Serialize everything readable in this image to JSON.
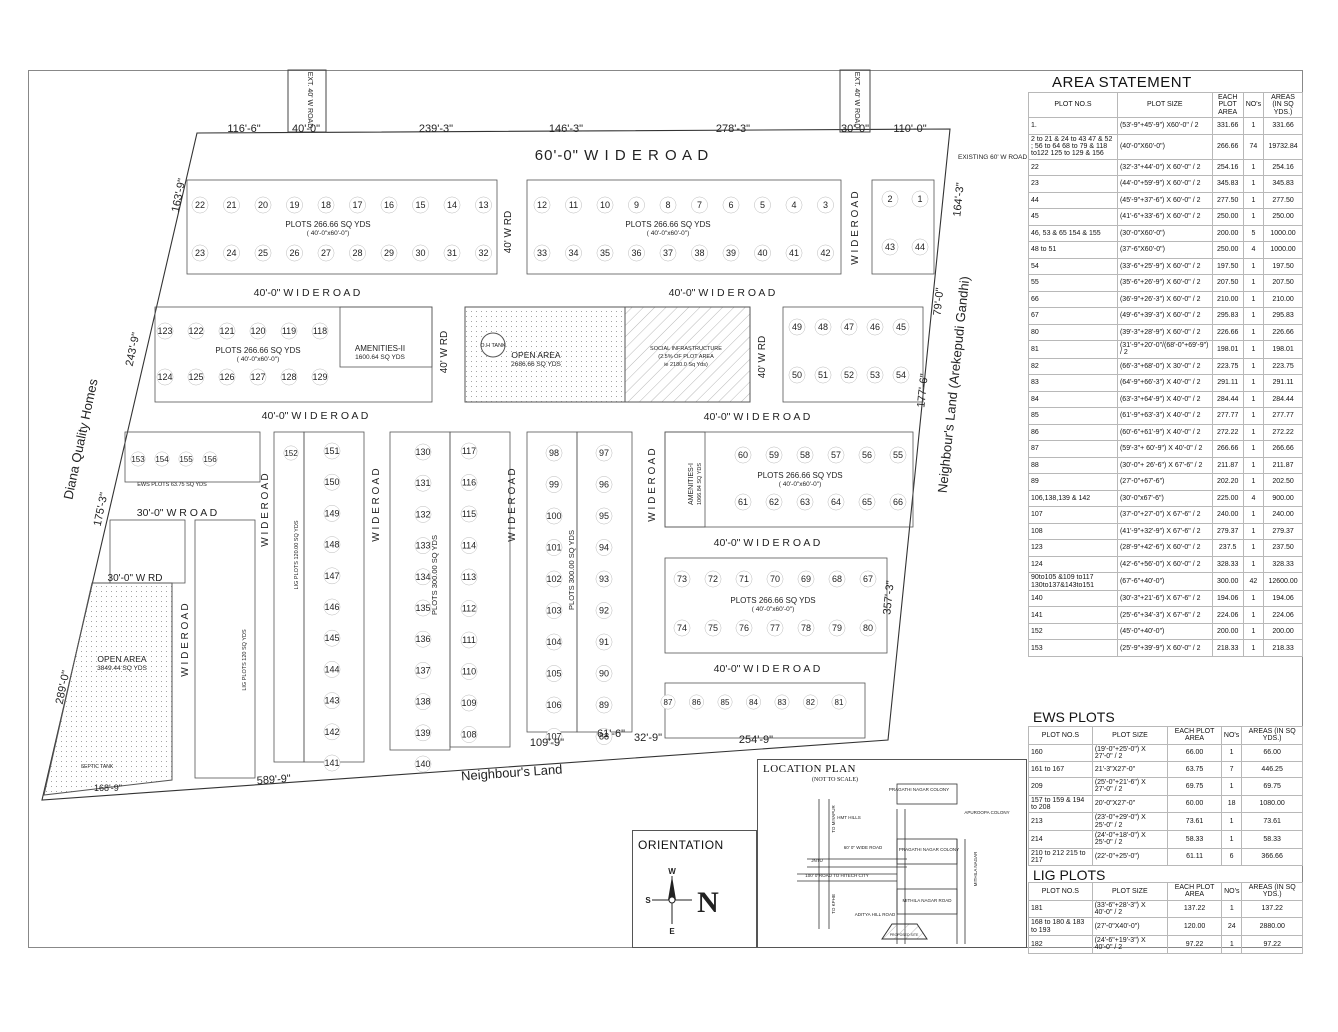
{
  "roads": {
    "main_top": "60'-0\"   W I D E   R O A D",
    "ext_40_w_road_1": "EXT. 40' W ROAD",
    "ext_40_w_road_2": "EXT. 40' W ROAD",
    "existing_60_w_road": "EXISTING 60' W ROAD",
    "row2": "40'-0\"   W I D E   R O A D",
    "row2_right": "40'-0\"   W I D E   R O A D",
    "row3": "40'-0\"   W I D E   R O A D",
    "row3_right": "40'-0\"   W I D E   R O A D",
    "row4_right": "40'-0\"   W I D E   R O A D",
    "row5_right": "40'-0\"   W I D E   R O A D",
    "w_road_30": "30'-0\"   W   R O A D",
    "w_rd_30": "30'-0\" W RD",
    "v_40_w_rd_1": "40' W RD",
    "v_40_w_rd_2": "40' W RD",
    "v_40_w_rd_3": "40' W RD",
    "v_wide_road": "W I D E   R O A D"
  },
  "boundaries": {
    "left": "Diana Quality Homes",
    "right": "Neighbour's Land (Arekepudi Gandhi)",
    "bottom": "Neighbour's Land"
  },
  "dimensions": {
    "top": [
      "116'-6\"",
      "40'-0\"",
      "239'-3\"",
      "146'-3\"",
      "278'-3\"",
      "30'-0\"",
      "110'-0\""
    ],
    "left": [
      "163'-9\"",
      "243'-9\"",
      "175'-3\"",
      "289'-0\""
    ],
    "right": [
      "164'-3\"",
      "79'-0\"",
      "177'-6\"",
      "357'-3\""
    ],
    "bottom": [
      "589'-9\"",
      "168'-9\"",
      "109'-9\"",
      "61'-6\"",
      "32'-9\"",
      "254'-9\""
    ]
  },
  "labels": {
    "plots_266_a": "PLOTS 266.66 SQ YDS",
    "plots_266_a_sub": "( 40'-0\"x60'-0\")",
    "plots_266_b": "PLOTS 266.66 SQ YDS",
    "plots_266_b_sub": "( 40'-0\"x60'-0\")",
    "plots_266_c": "PLOTS 266.66 SQ YDS",
    "plots_266_c_sub": "( 40'-0\"x60'-0\")",
    "plots_266_d": "PLOTS 266.66 SQ YDS",
    "plots_266_d_sub": "( 40'-0\"x60'-0\")",
    "plots_266_e": "PLOTS 266.66 SQ YDS",
    "plots_266_e_sub": "( 40'-0\"x60'-0\")",
    "plots_300_a": "PLOTS 300.00 SQ YDS",
    "plots_300_b": "PLOTS 300.00 SQ YDS",
    "amenities_2": "AMENITIES-II",
    "amenities_2_area": "1600.64 SQ YDS",
    "amenities_1": "AMENITIES-I",
    "amenities_1_area": "1066.84 SQ YDS",
    "oh_tank": "O.H TANK",
    "open_area_1": "OPEN AREA",
    "open_area_1_size": "2686.66 SQ YDS",
    "social_infra": "SOCIAL INFRASTRUCTURE",
    "social_infra_sub": "(2.5% OF PLOT AREA",
    "social_infra_area": "ie 2180.0 Sq Yds)",
    "open_area_2": "OPEN AREA",
    "open_area_2_size": "3849.44 SQ YDS",
    "septic_tank": "SEPTIC TANK",
    "ews_plots_strip": "EWS PLOTS 63.75 SQ YDS",
    "lig_plots_strip": "LIG PLOTS 120 SQ YDS",
    "lig_plots_strip2": "LIG PLOTS 120.00 SQ YDS"
  },
  "plot_rows": {
    "r1_left": [
      "22",
      "21",
      "20",
      "19",
      "18",
      "17",
      "16",
      "15",
      "14",
      "13"
    ],
    "r2_left": [
      "23",
      "24",
      "25",
      "26",
      "27",
      "28",
      "29",
      "30",
      "31",
      "32"
    ],
    "r1_mid": [
      "12",
      "11",
      "10",
      "9",
      "8",
      "7",
      "6",
      "5",
      "4",
      "3"
    ],
    "r2_mid": [
      "33",
      "34",
      "35",
      "36",
      "37",
      "38",
      "39",
      "40",
      "41",
      "42"
    ],
    "r1_right": [
      "2",
      "1"
    ],
    "r2_right": [
      "43",
      "44"
    ],
    "b2_top": [
      "123",
      "122",
      "121",
      "120",
      "119",
      "118"
    ],
    "b2_bot": [
      "124",
      "125",
      "126",
      "127",
      "128",
      "129"
    ],
    "b2r_top": [
      "49",
      "48",
      "47",
      "46",
      "45"
    ],
    "b2r_bot": [
      "50",
      "51",
      "52",
      "53",
      "54"
    ],
    "b3_ews_top": [
      "153",
      "154",
      "155",
      "156"
    ],
    "col_151": [
      "151",
      "150",
      "149",
      "148",
      "147",
      "146",
      "145",
      "144",
      "143",
      "142",
      "141"
    ],
    "col_130": [
      "130",
      "131",
      "132",
      "133",
      "134",
      "135",
      "136",
      "137",
      "138",
      "139",
      "140"
    ],
    "col_117": [
      "117",
      "116",
      "115",
      "114",
      "113",
      "112",
      "111",
      "110",
      "109",
      "108"
    ],
    "col_98": [
      "98",
      "99",
      "100",
      "101",
      "102",
      "103",
      "104",
      "105",
      "106",
      "107"
    ],
    "col_97": [
      "97",
      "96",
      "95",
      "94",
      "93",
      "92",
      "91",
      "90",
      "89",
      "88"
    ],
    "col_152": [
      "152"
    ],
    "b4_top": [
      "60",
      "59",
      "58",
      "57",
      "56",
      "55"
    ],
    "b4_bot": [
      "61",
      "62",
      "63",
      "64",
      "65",
      "66"
    ],
    "b5_top": [
      "73",
      "72",
      "71",
      "70",
      "69",
      "68",
      "67"
    ],
    "b5_bot": [
      "74",
      "75",
      "76",
      "77",
      "78",
      "79",
      "80"
    ],
    "b6": [
      "87",
      "86",
      "85",
      "84",
      "83",
      "82",
      "81"
    ]
  },
  "area_statement": {
    "title": "AREA STATEMENT",
    "headers": [
      "PLOT NO.S",
      "PLOT SIZE",
      "EACH PLOT AREA",
      "NO's",
      "AREAS (IN SQ YDS.)"
    ],
    "rows": [
      [
        "1.",
        "(53'-9\"+45'-9\") X60'-0\" / 2",
        "331.66",
        "1",
        "331.66"
      ],
      [
        "2 to 21 & 24 to 43 47 & 52 ; 56 to 64 68 to 79 & 118 to122 125 to 129 & 156",
        "(40'-0\"X60'-0\")",
        "266.66",
        "74",
        "19732.84"
      ],
      [
        "22",
        "(32'-3\"+44'-0\") X 60'-0\" / 2",
        "254.16",
        "1",
        "254.16"
      ],
      [
        "23",
        "(44'-0\"+59'-9\") X 60'-0\" / 2",
        "345.83",
        "1",
        "345.83"
      ],
      [
        "44",
        "(45'-9\"+37'-6\") X 60'-0\" / 2",
        "277.50",
        "1",
        "277.50"
      ],
      [
        "45",
        "(41'-6\"+33'-6\") X 60'-0\" / 2",
        "250.00",
        "1",
        "250.00"
      ],
      [
        "46, 53 & 65 154 & 155",
        "(30'-0\"X60'-0\")",
        "200.00",
        "5",
        "1000.00"
      ],
      [
        "48 to 51",
        "(37'-6\"X60'-0\")",
        "250.00",
        "4",
        "1000.00"
      ],
      [
        "54",
        "(33'-6\"+25'-9\") X 60'-0\" / 2",
        "197.50",
        "1",
        "197.50"
      ],
      [
        "55",
        "(35'-6\"+26'-9\") X 60'-0\" / 2",
        "207.50",
        "1",
        "207.50"
      ],
      [
        "66",
        "(36'-9\"+26'-3\") X 60'-0\" / 2",
        "210.00",
        "1",
        "210.00"
      ],
      [
        "67",
        "(49'-6\"+39'-3\") X 60'-0\" / 2",
        "295.83",
        "1",
        "295.83"
      ],
      [
        "80",
        "(39'-3\"+28'-9\") X 60'-0\" / 2",
        "226.66",
        "1",
        "226.66"
      ],
      [
        "81",
        "(31'-9\"+20'-0\"/(68'-0\"+69'-9\") / 2",
        "198.01",
        "1",
        "198.01"
      ],
      [
        "82",
        "(66'-3\"+68'-0\") X 30'-0\" / 2",
        "223.75",
        "1",
        "223.75"
      ],
      [
        "83",
        "(64'-9\"+66'-3\") X 40'-0\" / 2",
        "291.11",
        "1",
        "291.11"
      ],
      [
        "84",
        "(63'-3\"+64'-9\") X 40'-0\" / 2",
        "284.44",
        "1",
        "284.44"
      ],
      [
        "85",
        "(61'-9\"+63'-3\") X 40'-0\" / 2",
        "277.77",
        "1",
        "277.77"
      ],
      [
        "86",
        "(60'-6\"+61'-9\") X 40'-0\" / 2",
        "272.22",
        "1",
        "272.22"
      ],
      [
        "87",
        "(59'-3\"+ 60'-9\") X 40'-0\" / 2",
        "266.66",
        "1",
        "266.66"
      ],
      [
        "88",
        "(30'-0\"+ 26'-6\") X 67'-6\" / 2",
        "211.87",
        "1",
        "211.87"
      ],
      [
        "89",
        "(27'-0\"+67'-6\")",
        "202.20",
        "1",
        "202.50"
      ],
      [
        "106,138,139 & 142",
        "(30'-0\"x67'-6\")",
        "225.00",
        "4",
        "900.00"
      ],
      [
        "107",
        "(37'-0\"+27'-0\") X 67'-6\" / 2",
        "240.00",
        "1",
        "240.00"
      ],
      [
        "108",
        "(41'-9\"+32'-9\") X 67'-6\" / 2",
        "279.37",
        "1",
        "279.37"
      ],
      [
        "123",
        "(28'-9\"+42'-6\") X 60'-0\" / 2",
        "237.5",
        "1",
        "237.50"
      ],
      [
        "124",
        "(42'-6\"+56'-0\") X 60'-0\" / 2",
        "328.33",
        "1",
        "328.33"
      ],
      [
        "90to105 &109 to117 130to137&143to151",
        "(67'-6\"+40'-0\")",
        "300.00",
        "42",
        "12600.00"
      ],
      [
        "140",
        "(30'-3\"+21'-6\") X 67'-6\" / 2",
        "194.06",
        "1",
        "194.06"
      ],
      [
        "141",
        "(25'-6\"+34'-3\") X 67'-6\" / 2",
        "224.06",
        "1",
        "224.06"
      ],
      [
        "152",
        "(45'-0\"+40'-0\")",
        "200.00",
        "1",
        "200.00"
      ],
      [
        "153",
        "(25'-9\"+39'-9\") X 60'-0\" / 2",
        "218.33",
        "1",
        "218.33"
      ]
    ]
  },
  "ews_plots": {
    "title": "EWS PLOTS",
    "headers": [
      "PLOT NO.S",
      "PLOT SIZE",
      "EACH PLOT AREA",
      "NO's",
      "AREAS (IN SQ YDS.)"
    ],
    "rows": [
      [
        "160",
        "(19'-0\"+25'-0\") X 27'-0\" / 2",
        "66.00",
        "1",
        "66.00"
      ],
      [
        "161 to 167",
        "21'-3\"X27'-0\"",
        "63.75",
        "7",
        "446.25"
      ],
      [
        "209",
        "(25'-0\"+21'-6\") X 27'-0\" / 2",
        "69.75",
        "1",
        "69.75"
      ],
      [
        "157 to 159 & 194 to 208",
        "20'-0\"X27'-0\"",
        "60.00",
        "18",
        "1080.00"
      ],
      [
        "213",
        "(23'-0\"+29'-0\") X 25'-0\" / 2",
        "73.61",
        "1",
        "73.61"
      ],
      [
        "214",
        "(24'-0\"+18'-0\") X 25'-0\" / 2",
        "58.33",
        "1",
        "58.33"
      ],
      [
        "210 to 212 215 to 217",
        "(22'-0\"+25'-0\")",
        "61.11",
        "6",
        "366.66"
      ]
    ]
  },
  "lig_plots": {
    "title": "LIG PLOTS",
    "headers": [
      "PLOT NO.S",
      "PLOT SIZE",
      "EACH PLOT AREA",
      "NO's",
      "AREAS (IN SQ YDS.)"
    ],
    "rows": [
      [
        "181",
        "(33'-6\"+28'-3\") X 40'-0\" / 2",
        "137.22",
        "1",
        "137.22"
      ],
      [
        "168 to 180 & 183 to 193",
        "(27'-0\"X40'-0\")",
        "120.00",
        "24",
        "2880.00"
      ],
      [
        "182",
        "(24'-6\"+19'-3\") X 40'-0\" / 2",
        "97.22",
        "1",
        "97.22"
      ]
    ]
  },
  "orientation": {
    "title": "ORIENTATION",
    "n": "N",
    "w": "W",
    "s": "S",
    "e": "E"
  },
  "location_plan": {
    "title": "LOCATION PLAN",
    "subtitle": "(NOT TO SCALE)",
    "labels": [
      "PRAGATHI NAGAR COLONY",
      "APUROOPA COLONY",
      "HMT HILLS",
      "60' 0\" WIDE ROAD",
      "PRAGATHI NAGAR COLONY",
      "JNTU",
      "100' 0\"ROAD TO HITECH CITY",
      "MITHILA NAGAR",
      "MITHILA NAGAR ROAD",
      "ADITYA HILL ROAD",
      "TO KPHB",
      "TO MIYAPUR",
      "PROPOSED SITE"
    ]
  },
  "colors": {
    "line": "#333333",
    "light_line": "#999999",
    "hatch": "#888888"
  }
}
